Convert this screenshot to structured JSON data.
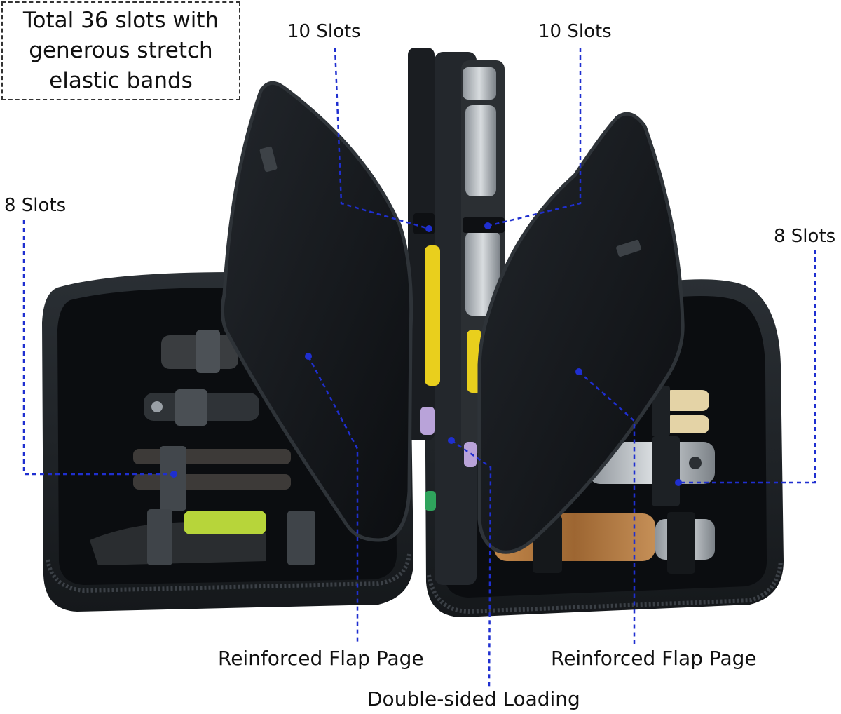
{
  "headline": "Total 36 slots with\ngenerous stretch\nelastic bands",
  "callouts": {
    "top_left_slots": "10 Slots",
    "top_right_slots": "10 Slots",
    "left_slots": "8 Slots",
    "right_slots": "8 Slots",
    "flap_left": "Reinforced Flap Page",
    "flap_right": "Reinforced Flap Page",
    "center": "Double-sided Loading"
  },
  "colors": {
    "leader_line": "#1f2fd0",
    "case_shell": "#1d2125",
    "case_lining": "#0b0d10",
    "zipper": "#2c3136",
    "yellow_accent": "#e9cf1d",
    "lime_accent": "#b7d53a",
    "purple_clip": "#b9a3d9",
    "wood": "#b77a3e"
  }
}
